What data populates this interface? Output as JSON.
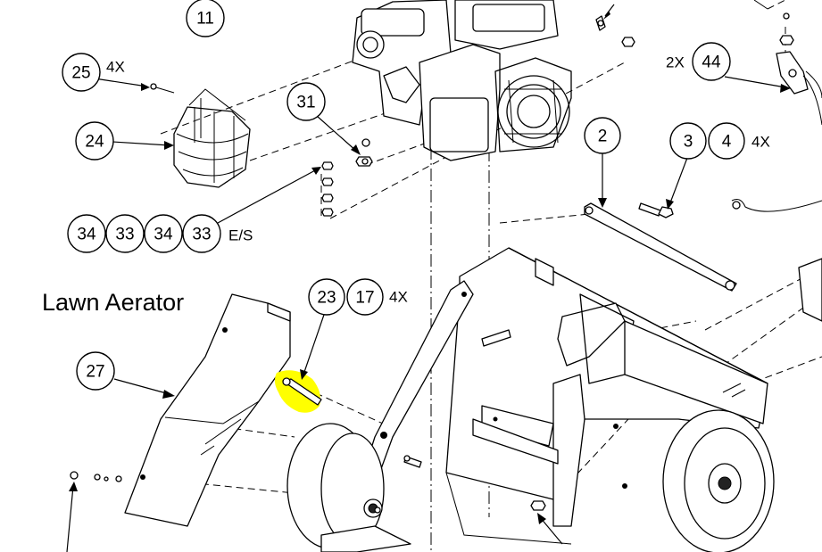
{
  "title": "Lawn Aerator",
  "highlight_color": "#ffff00",
  "callouts": [
    {
      "id": "c11",
      "label": "11"
    },
    {
      "id": "c25",
      "label": "25"
    },
    {
      "id": "c24",
      "label": "24"
    },
    {
      "id": "c31",
      "label": "31"
    },
    {
      "id": "c34a",
      "label": "34"
    },
    {
      "id": "c33a",
      "label": "33"
    },
    {
      "id": "c34b",
      "label": "34"
    },
    {
      "id": "c33b",
      "label": "33"
    },
    {
      "id": "c2",
      "label": "2"
    },
    {
      "id": "c3",
      "label": "3"
    },
    {
      "id": "c4",
      "label": "4"
    },
    {
      "id": "c44",
      "label": "44"
    },
    {
      "id": "c23",
      "label": "23"
    },
    {
      "id": "c17",
      "label": "17"
    },
    {
      "id": "c27",
      "label": "27"
    }
  ],
  "quantities": {
    "q25": "4X",
    "q34_33": "E/S",
    "q3_4": "4X",
    "q44": "2X",
    "q23_17": "4X"
  }
}
